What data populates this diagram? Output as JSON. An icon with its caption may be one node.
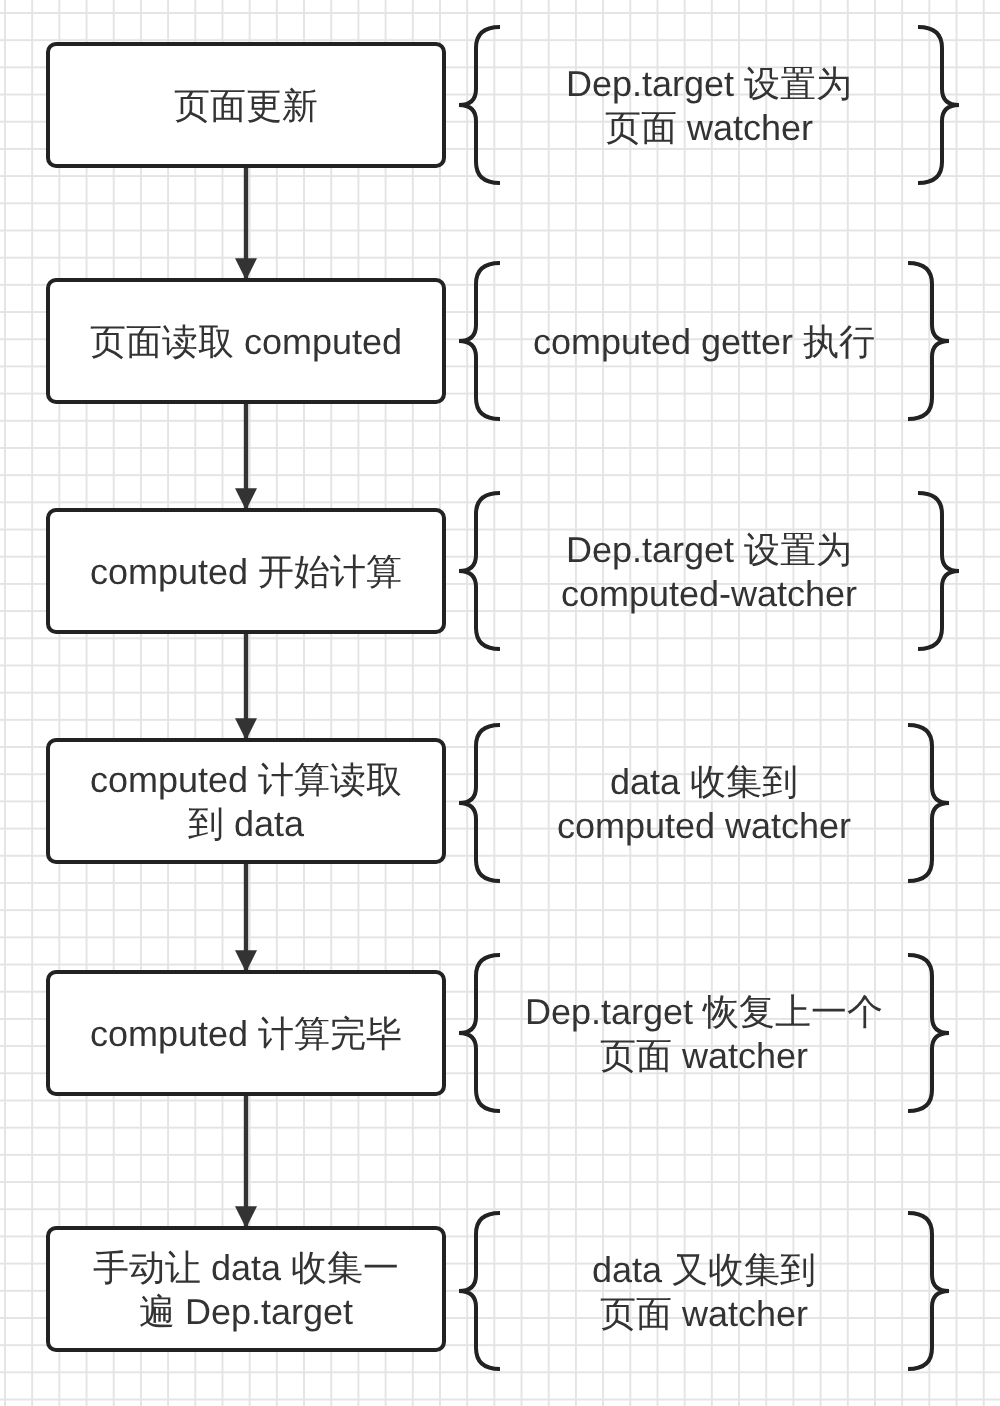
{
  "diagram": {
    "nodes": [
      {
        "text": [
          "页面更新"
        ]
      },
      {
        "text": [
          "Dep.target 设置为页面 watcher"
        ]
      },
      {
        "text": [
          "页面读取 computed"
        ]
      },
      {
        "text": [
          "computed getter 执行"
        ]
      },
      {
        "text": [
          "computed 开始计算"
        ]
      },
      {
        "text": [
          "Dep.target 设置为 computed-watcher"
        ]
      },
      {
        "text": [
          "computed 计算读取到 data"
        ]
      },
      {
        "text": [
          "data 收集到 computed watcher"
        ]
      },
      {
        "text": [
          "computed 计算完毕"
        ]
      },
      {
        "text": [
          "Dep.target 恢复上一个页面 watcher"
        ]
      },
      {
        "text": [
          "手动让 data 收集一遍 Dep.target"
        ]
      },
      {
        "text": [
          "data 又收集到页面 watcher"
        ]
      }
    ],
    "edges": [
      {
        "from": 0,
        "to": 2,
        "arrow": "to"
      },
      {
        "from": 2,
        "to": 4,
        "arrow": "to"
      },
      {
        "from": 4,
        "to": 6,
        "arrow": "to"
      },
      {
        "from": 6,
        "to": 8,
        "arrow": "to"
      },
      {
        "from": 8,
        "to": 10,
        "arrow": "to"
      }
    ]
  }
}
